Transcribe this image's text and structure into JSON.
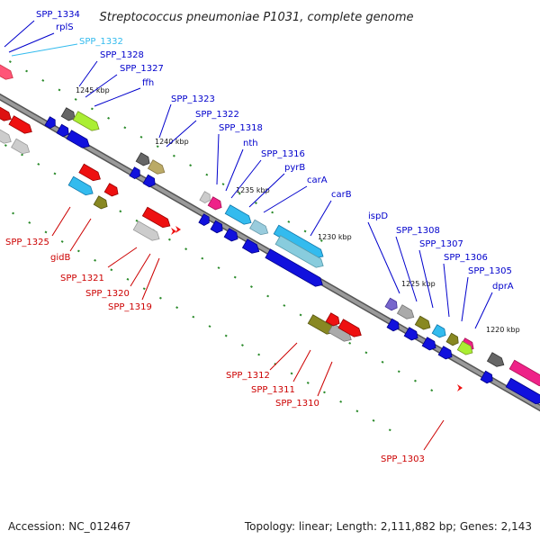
{
  "title": "Streptococcus pneumoniae P1031, complete genome",
  "accession": "Accession: NC_012467",
  "summary": "Topology: linear; Length: 2,111,882 bp; Genes: 2,143",
  "colors": {
    "forward_label": "#0000cc",
    "reverse_label": "#cc0000",
    "highlight_label": "#33bbee",
    "backbone": "#888888"
  },
  "kbp_markers": [
    "1245 kbp",
    "1240 kbp",
    "1235 kbp",
    "1230 kbp",
    "1225 kbp",
    "1220 kbp"
  ],
  "forward_labels": [
    {
      "text": "SPP_1334"
    },
    {
      "text": "rplS"
    },
    {
      "text": "SPP_1332",
      "highlight": true
    },
    {
      "text": "SPP_1328"
    },
    {
      "text": "SPP_1327"
    },
    {
      "text": "ffh"
    },
    {
      "text": "SPP_1323"
    },
    {
      "text": "SPP_1322"
    },
    {
      "text": "SPP_1318"
    },
    {
      "text": "nth"
    },
    {
      "text": "SPP_1316"
    },
    {
      "text": "pyrB"
    },
    {
      "text": "carA"
    },
    {
      "text": "carB"
    },
    {
      "text": "ispD"
    },
    {
      "text": "SPP_1308"
    },
    {
      "text": "SPP_1307"
    },
    {
      "text": "SPP_1306"
    },
    {
      "text": "SPP_1305"
    },
    {
      "text": "dprA"
    }
  ],
  "reverse_labels": [
    {
      "text": "SPP_1325"
    },
    {
      "text": "gidB"
    },
    {
      "text": "SPP_1321"
    },
    {
      "text": "SPP_1320"
    },
    {
      "text": "SPP_1319"
    },
    {
      "text": "SPP_1312"
    },
    {
      "text": "SPP_1311"
    },
    {
      "text": "SPP_1310"
    },
    {
      "text": "SPP_1303"
    }
  ]
}
